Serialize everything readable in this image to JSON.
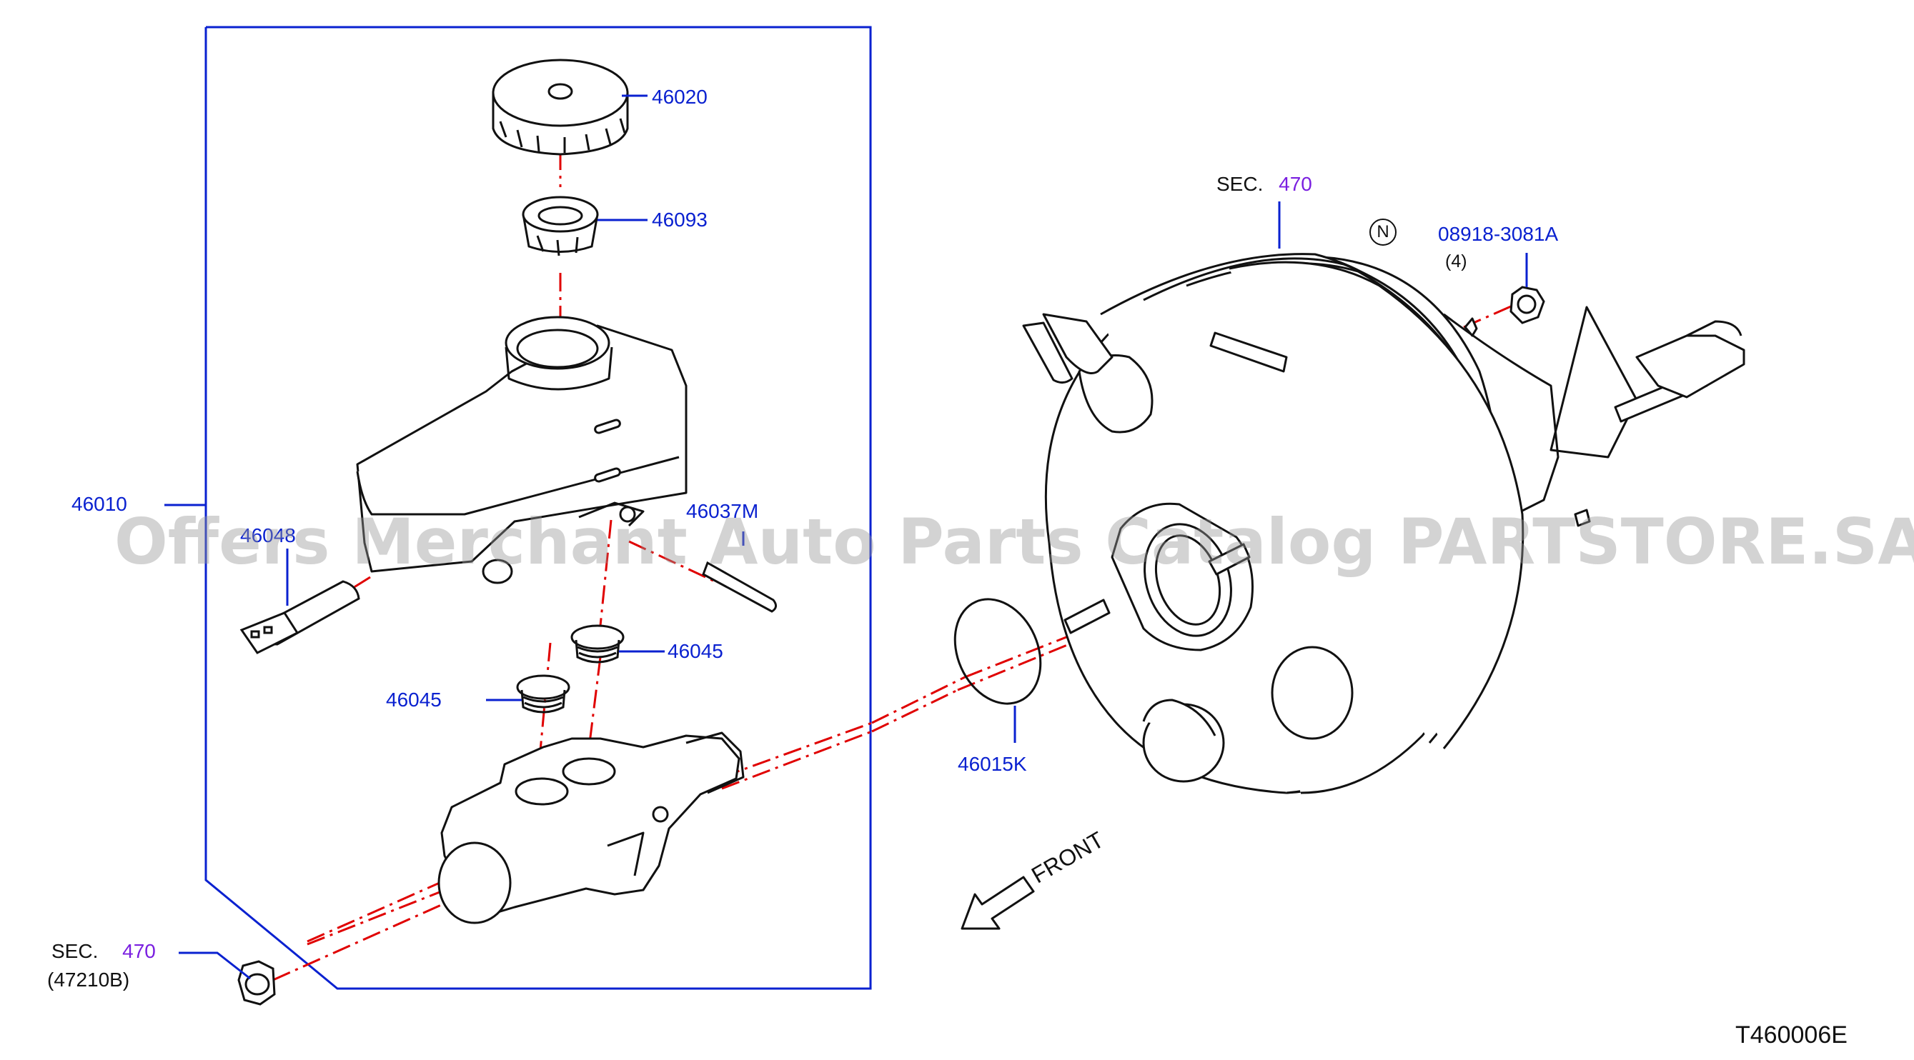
{
  "diagram": {
    "part_labels": {
      "cap": "46020",
      "strainer": "46093",
      "reservoir_assy": "46010",
      "connector": "46048",
      "pin": "46037M",
      "grommet_right": "46045",
      "grommet_left": "46045",
      "seal_ring": "46015K",
      "nut_part": "08918-3081A",
      "nut_qty": "(4)"
    },
    "references": {
      "sec_prefix": "SEC.",
      "booster_sec": "470",
      "pipe_sec": "470",
      "pipe_ref": "(47210B)"
    },
    "direction_label": "FRONT",
    "nut_symbol": "N",
    "diagram_id": "T460006E",
    "watermark": "Offers Merchant Auto Parts Catalog PARTSTORE.SA",
    "colors": {
      "part_label": "#0a21d0",
      "section_number": "#7a1fe0",
      "leader_line": "#0a21d0",
      "center_line": "#e00000",
      "drawing": "#111111"
    }
  }
}
